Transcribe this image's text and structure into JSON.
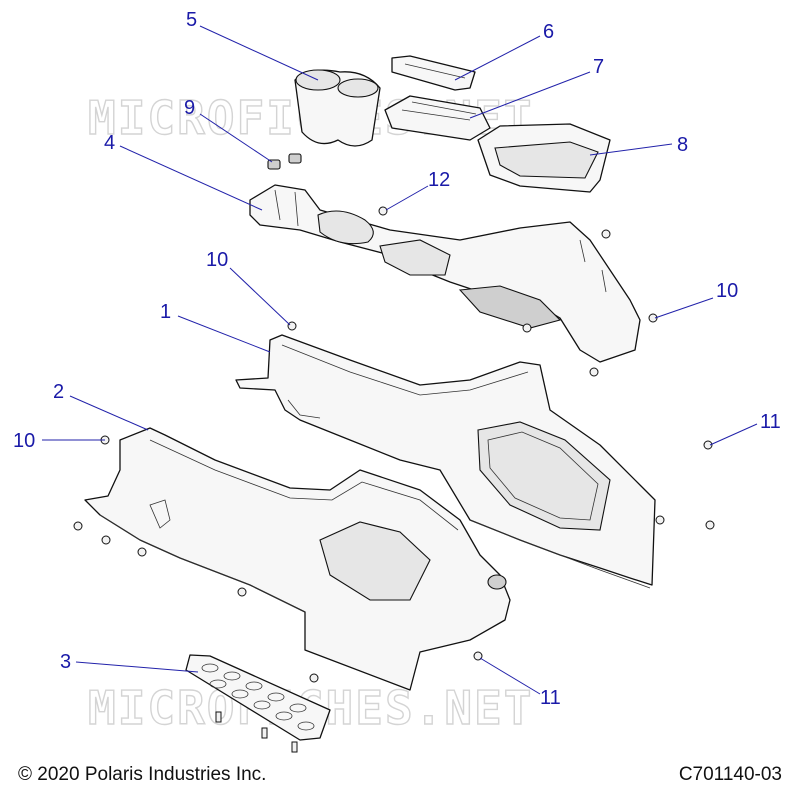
{
  "watermark": "MICROFICHES.NET",
  "footer": {
    "copyright": "© 2020 Polaris Industries Inc.",
    "drawing_number": "C701140-03"
  },
  "callouts": [
    "5",
    "6",
    "7",
    "8",
    "9",
    "4",
    "12",
    "10",
    "1",
    "10",
    "2",
    "10",
    "11",
    "3",
    "11"
  ],
  "colors": {
    "callout": "#1a1aa8",
    "outline": "#111111",
    "watermark": "#d4d4d4"
  }
}
